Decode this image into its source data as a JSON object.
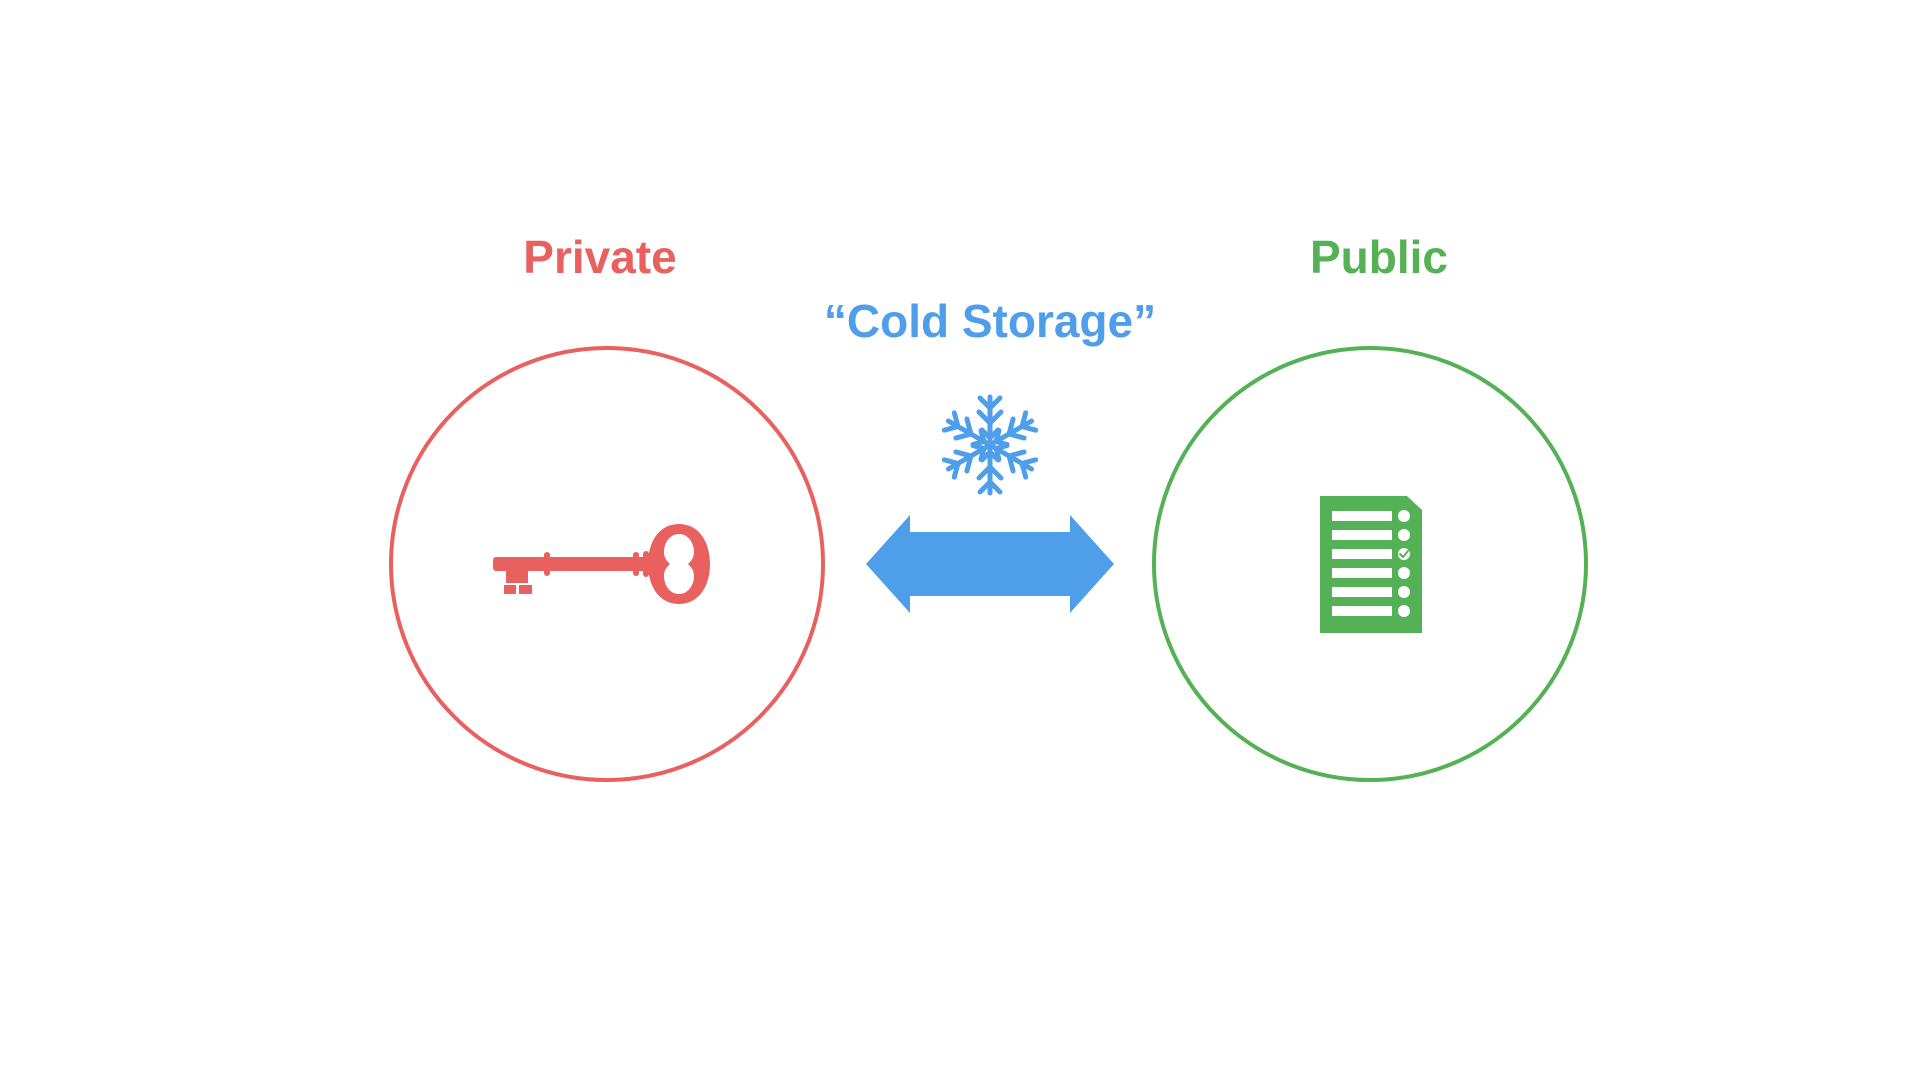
{
  "labels": {
    "private": "Private",
    "public": "Public",
    "cold_storage": "“Cold Storage”"
  },
  "icons": {
    "private": "key-icon",
    "public": "checklist-document-icon",
    "storage": "snowflake-icon",
    "link": "double-arrow-icon"
  },
  "colors": {
    "private": "#E8615F",
    "public": "#55B155",
    "cold_storage": "#4F9EEA",
    "background": "#FFFFFF"
  }
}
